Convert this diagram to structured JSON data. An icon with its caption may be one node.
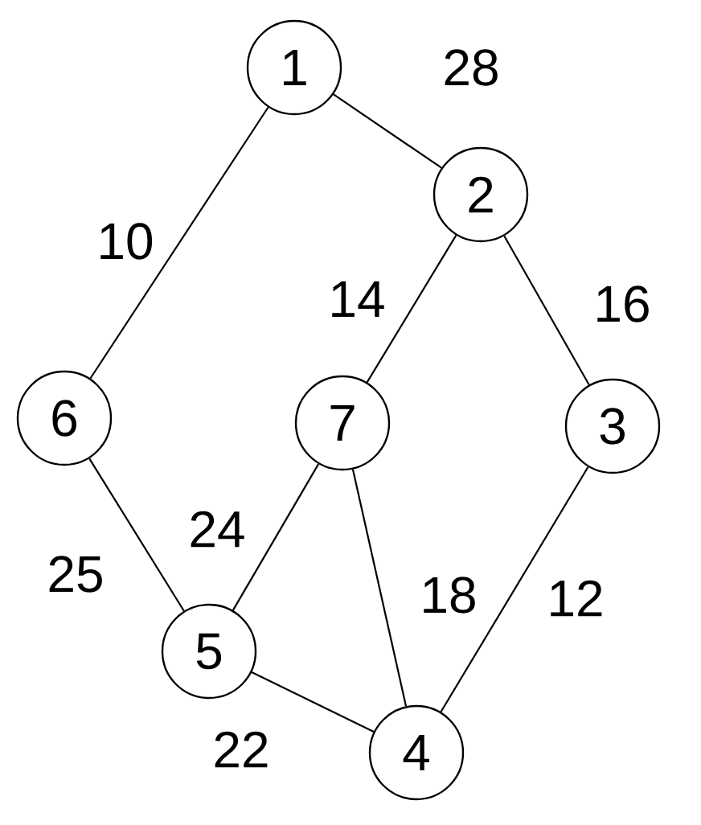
{
  "diagram": {
    "nodes": [
      {
        "text": [
          "1"
        ]
      },
      {
        "text": [
          "2"
        ]
      },
      {
        "text": [
          "6"
        ]
      },
      {
        "text": [
          "7"
        ]
      },
      {
        "text": [
          "3"
        ]
      },
      {
        "text": [
          "5"
        ]
      },
      {
        "text": [
          "4"
        ]
      }
    ],
    "edges": [
      {
        "from": 0,
        "to": 1,
        "arrow": "none",
        "label": "28"
      },
      {
        "from": 0,
        "to": 2,
        "arrow": "none",
        "label": "10"
      },
      {
        "from": 1,
        "to": 3,
        "arrow": "none",
        "label": "14"
      },
      {
        "from": 1,
        "to": 4,
        "arrow": "none",
        "label": "16"
      },
      {
        "from": 2,
        "to": 5,
        "arrow": "none",
        "label": "25"
      },
      {
        "from": 3,
        "to": 5,
        "arrow": "none",
        "label": "24"
      },
      {
        "from": 3,
        "to": 6,
        "arrow": "none",
        "label": "18"
      },
      {
        "from": 4,
        "to": 6,
        "arrow": "none",
        "label": "12"
      },
      {
        "from": 5,
        "to": 6,
        "arrow": "none",
        "label": "22"
      }
    ]
  }
}
